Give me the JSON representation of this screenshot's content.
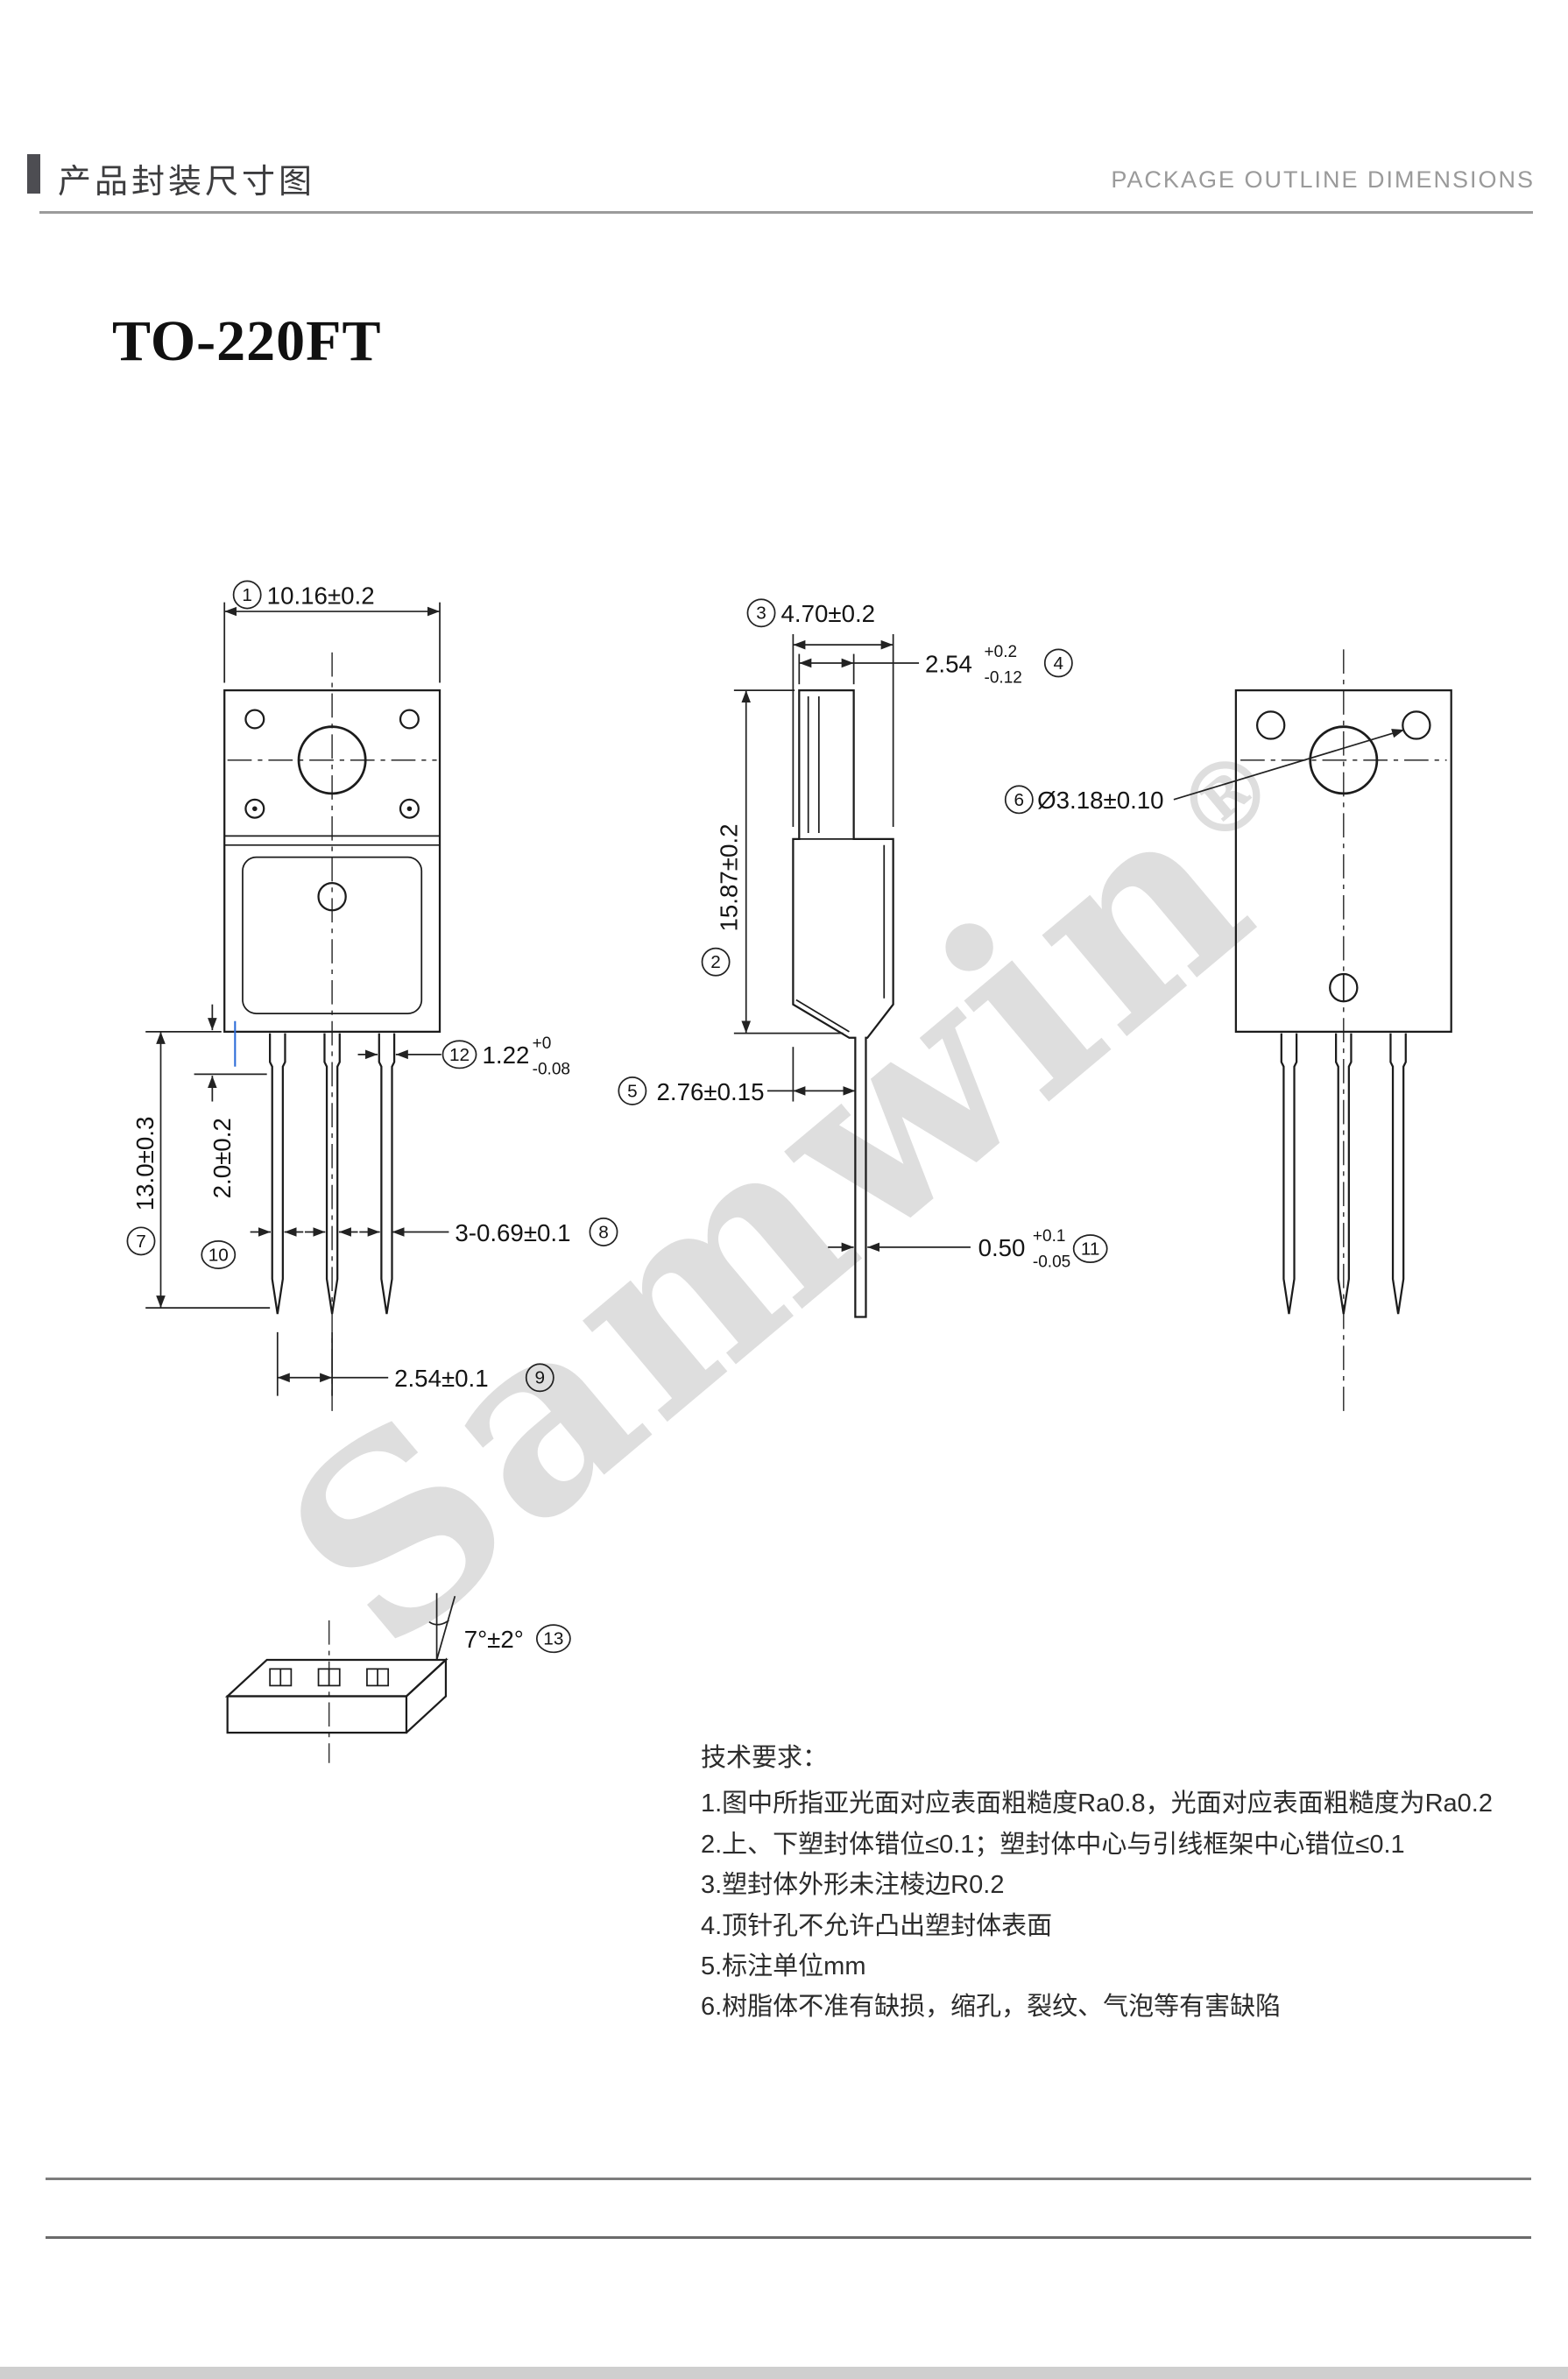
{
  "header": {
    "title_zh": "产品封装尺寸图",
    "title_en": "PACKAGE OUTLINE DIMENSIONS"
  },
  "package": {
    "name": "TO-220FT"
  },
  "watermark": {
    "text": "Samwin",
    "reg": "®"
  },
  "colors": {
    "accent_bar": "#4d4d52",
    "rule_gray": "#9b9b9b",
    "watermark_gray": "#c9c9c9",
    "line_black": "#1c1c1c",
    "highlight_blue": "#2b6bd8"
  },
  "dims": {
    "d1": {
      "n": "1",
      "v": "10.16±0.2"
    },
    "d2": {
      "n": "2",
      "v": "15.87±0.2"
    },
    "d3": {
      "n": "3",
      "v": "4.70±0.2"
    },
    "d4": {
      "n": "4",
      "v": "2.54",
      "sup": "+0.2",
      "sub": "-0.12"
    },
    "d5": {
      "n": "5",
      "v": "2.76±0.15"
    },
    "d6": {
      "n": "6",
      "v": "Ø3.18±0.10"
    },
    "d7": {
      "n": "7",
      "v": "13.0±0.3"
    },
    "d8": {
      "n": "8",
      "v": "3-0.69±0.1"
    },
    "d9": {
      "n": "9",
      "v": "2.54±0.1"
    },
    "d10": {
      "n": "10",
      "v": "2.0±0.2"
    },
    "d11": {
      "n": "11",
      "v": "0.50",
      "sup": "+0.1",
      "sub": "-0.05"
    },
    "d12": {
      "n": "12",
      "v": "1.22",
      "sup": "+0",
      "sub": "-0.08"
    },
    "d13": {
      "n": "13",
      "v": "7°±2°"
    }
  },
  "tech": {
    "heading": "技术要求：",
    "items": [
      "1.图中所指亚光面对应表面粗糙度Ra0.8，光面对应表面粗糙度为Ra0.2",
      "2.上、下塑封体错位≤0.1；塑封体中心与引线框架中心错位≤0.1",
      "3.塑封体外形未注棱边R0.2",
      "4.顶针孔不允许凸出塑封体表面",
      "5.标注单位mm",
      "6.树脂体不准有缺损，缩孔，裂纹、气泡等有害缺陷"
    ]
  }
}
